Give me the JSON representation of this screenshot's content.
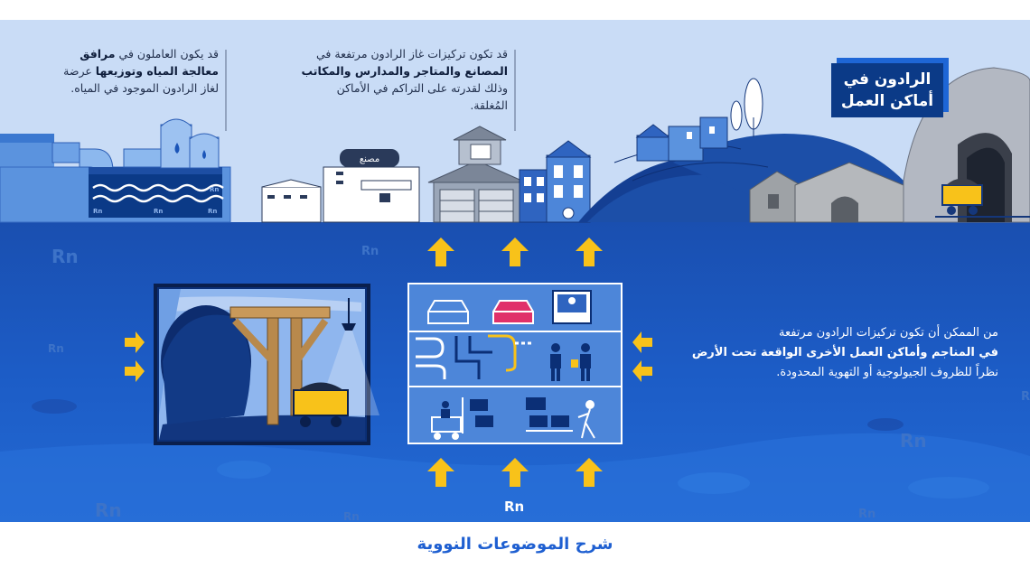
{
  "title": {
    "line1": "الرادون في",
    "line2": "أماكن العمل"
  },
  "notes": {
    "water": {
      "l1a": "قد يكون العاملون في ",
      "l1b": "مرافق",
      "l2": "معالجة المياه وتوزيعها",
      "l2c": " عرضة",
      "l3": "لغاز الرادون الموجود في المياه."
    },
    "buildings": {
      "l1": "قد تكون تركيزات غاز الرادون مرتفعة في",
      "l2": "المصانع والمتاجر والمدارس والمكاتب",
      "l3": "وذلك لقدرته على التراكم في الأماكن",
      "l4": "المُغلقة."
    },
    "underground": {
      "l1": "من الممكن أن تكون تركيزات الرادون مرتفعة",
      "l2": "في المناجم وأماكن العمل الأخرى الواقعة تحت الأرض",
      "l3": "نظراً للظروف الجيولوجية أو التهوية المحدودة."
    }
  },
  "factory_sign": "مصنع",
  "rn_symbol": "Rn",
  "footer_title": "شرح الموضوعات النووية",
  "colors": {
    "sky": "#c9dcf6",
    "ground": "#1b55b8",
    "accent": "#0b3a87",
    "arrow": "#f8c21a",
    "footer": "#1e5fd1"
  }
}
